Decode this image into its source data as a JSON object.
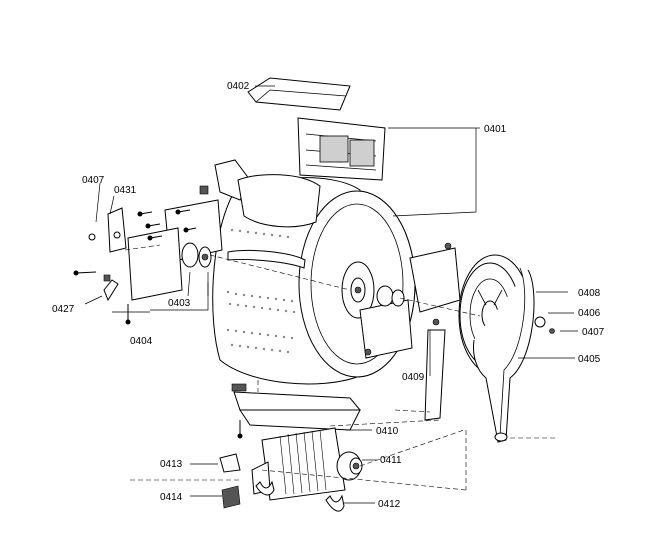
{
  "labels": {
    "l0401": "0401",
    "l0402": "0402",
    "l0403": "0403",
    "l0404": "0404",
    "l0405": "0405",
    "l0406": "0406",
    "l0407a": "0407",
    "l0407b": "0407",
    "l0408": "0408",
    "l0409": "0409",
    "l0410": "0410",
    "l0411": "0411",
    "l0412": "0412",
    "l0413": "0413",
    "l0414": "0414",
    "l0427": "0427",
    "l0431": "0431"
  }
}
